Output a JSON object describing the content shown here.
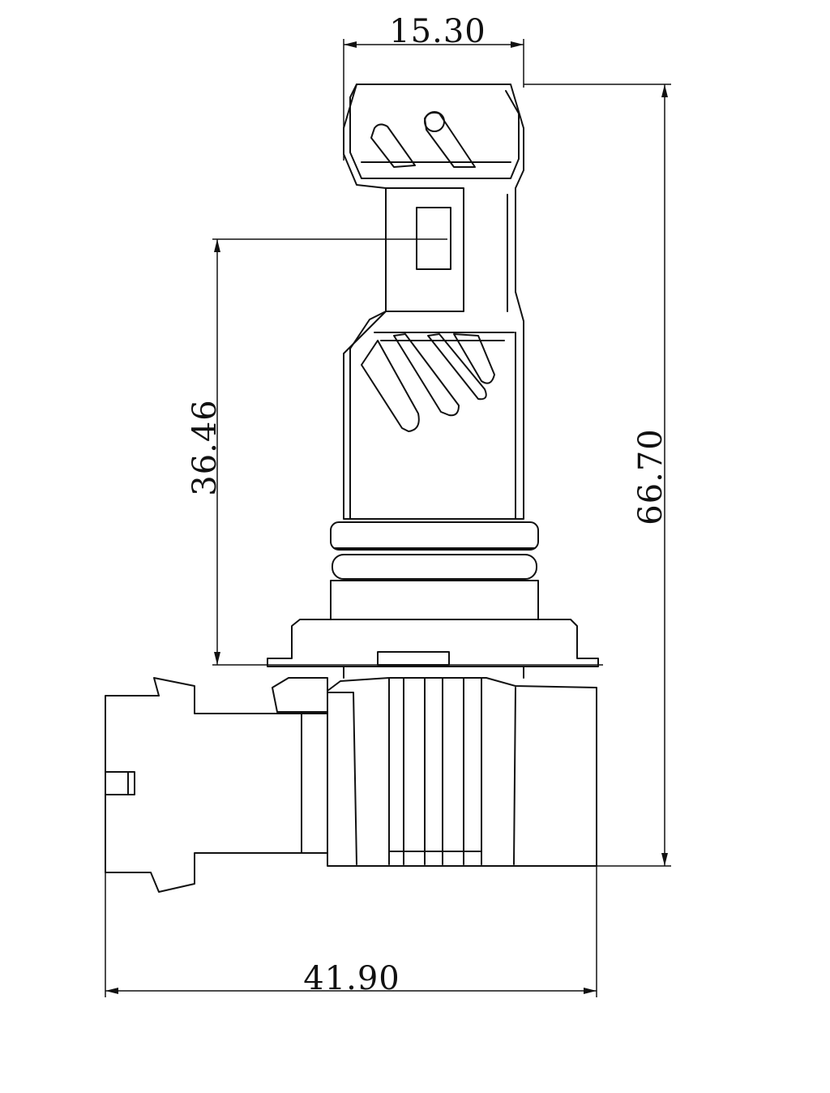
{
  "dimensions": {
    "top_width": "15.30",
    "left_height": "36.46",
    "right_height": "66.70",
    "bottom_width": "41.90"
  }
}
